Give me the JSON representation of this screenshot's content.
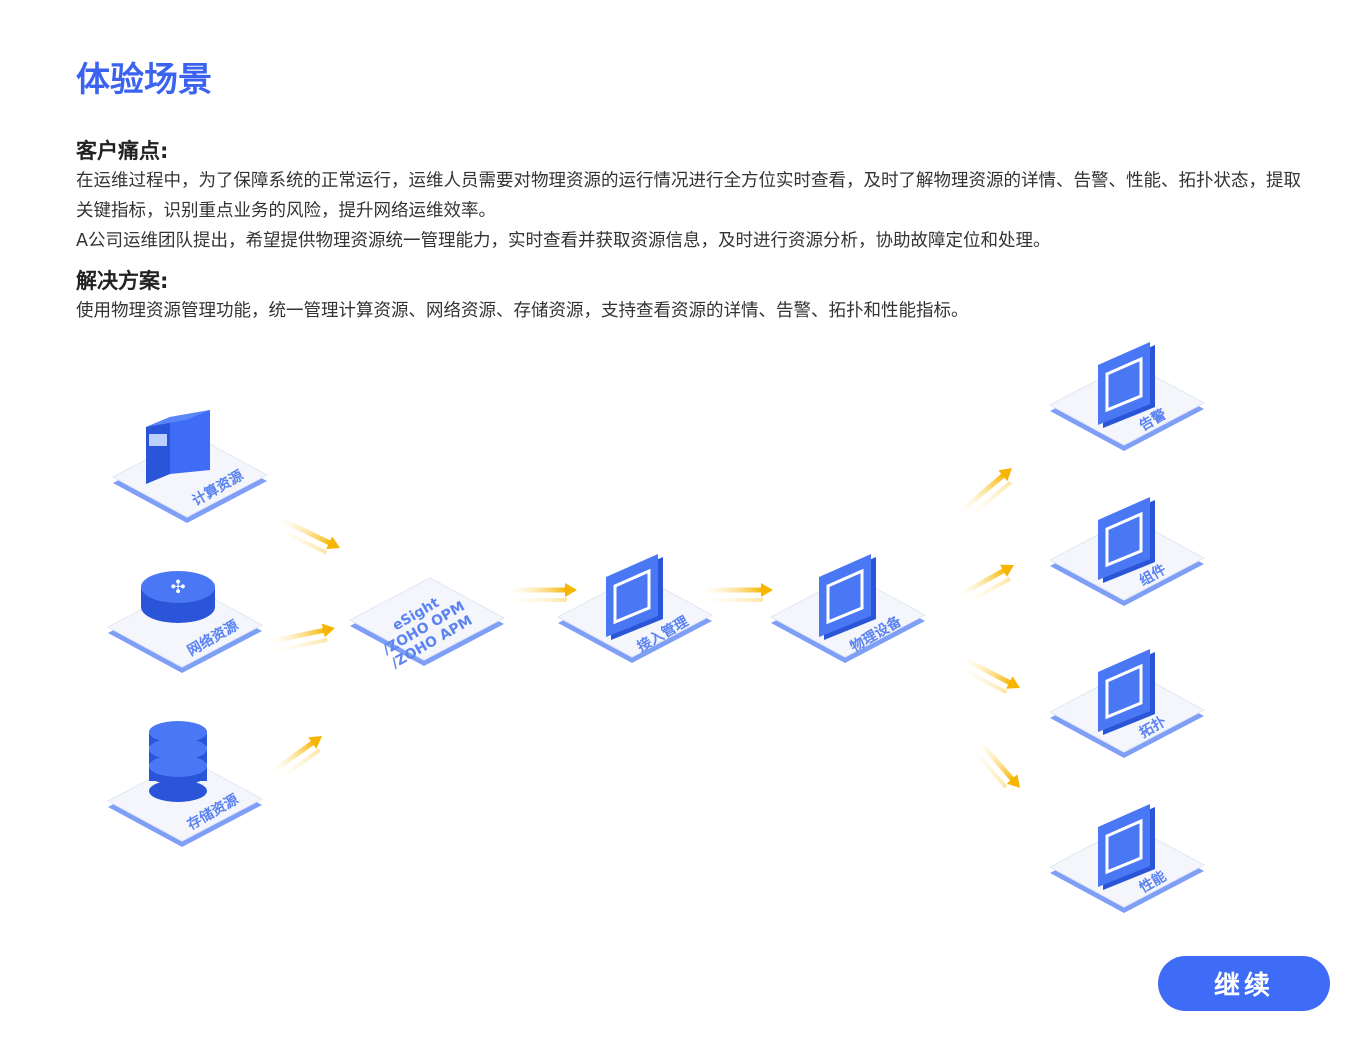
{
  "page_title": "体验场景",
  "pain_points": {
    "heading": "客户痛点:",
    "paragraphs": [
      "在运维过程中，为了保障系统的正常运行，运维人员需要对物理资源的运行情况进行全方位实时查看，及时了解物理资源的详情、告警、性能、拓扑状态，提取关键指标，识别重点业务的风险，提升网络运维效率。",
      "A公司运维团队提出，希望提供物理资源统一管理能力，实时查看并获取资源信息，及时进行资源分析，协助故障定位和处理。"
    ]
  },
  "solution": {
    "heading": "解决方案:",
    "paragraph": "使用物理资源管理功能，统一管理计算资源、网络资源、存储资源，支持查看资源的详情、告警、拓扑和性能指标。"
  },
  "diagram": {
    "sources": [
      "计算资源",
      "网络资源",
      "存储资源"
    ],
    "platform_lines": [
      "eSight",
      "/ZOHO OPM",
      "/ZOHO APM"
    ],
    "access": "接入管理",
    "device": "物理设备",
    "outputs": [
      "告警",
      "组件",
      "拓扑",
      "性能"
    ],
    "colors": {
      "primary": "#3e6cf6",
      "tile": "#f4f6fb",
      "tile_edge": "#7f9ff7",
      "arrow": "#f7b500"
    }
  },
  "continue_button": "继续"
}
